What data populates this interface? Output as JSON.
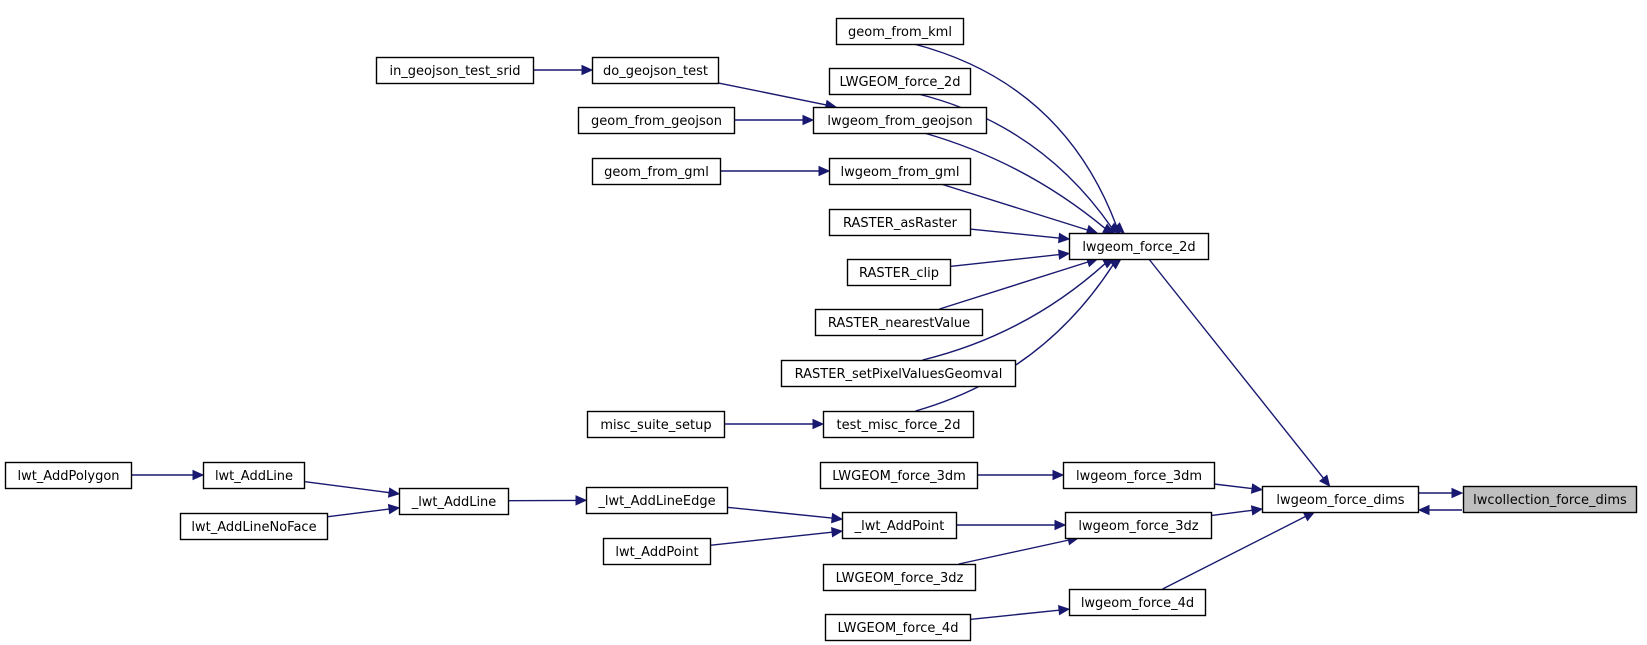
{
  "diagram": {
    "type": "call-graph",
    "colors": {
      "edge": "#191970",
      "node_border": "#000000",
      "highlight_fill": "#bfbfbf"
    },
    "nodes": [
      {
        "id": "geom_from_kml",
        "label": "geom_from_kml"
      },
      {
        "id": "LWGEOM_force_2d",
        "label": "LWGEOM_force_2d"
      },
      {
        "id": "in_geojson_test_srid",
        "label": "in_geojson_test_srid"
      },
      {
        "id": "do_geojson_test",
        "label": "do_geojson_test"
      },
      {
        "id": "geom_from_geojson",
        "label": "geom_from_geojson"
      },
      {
        "id": "lwgeom_from_geojson",
        "label": "lwgeom_from_geojson"
      },
      {
        "id": "geom_from_gml",
        "label": "geom_from_gml"
      },
      {
        "id": "lwgeom_from_gml",
        "label": "lwgeom_from_gml"
      },
      {
        "id": "RASTER_asRaster",
        "label": "RASTER_asRaster"
      },
      {
        "id": "lwgeom_force_2d",
        "label": "lwgeom_force_2d"
      },
      {
        "id": "RASTER_clip",
        "label": "RASTER_clip"
      },
      {
        "id": "RASTER_nearestValue",
        "label": "RASTER_nearestValue"
      },
      {
        "id": "RASTER_setPixelValuesGeomval",
        "label": "RASTER_setPixelValuesGeomval"
      },
      {
        "id": "misc_suite_setup",
        "label": "misc_suite_setup"
      },
      {
        "id": "test_misc_force_2d",
        "label": "test_misc_force_2d"
      },
      {
        "id": "lwt_AddPolygon",
        "label": "lwt_AddPolygon"
      },
      {
        "id": "lwt_AddLine",
        "label": "lwt_AddLine"
      },
      {
        "id": "_lwt_AddLine",
        "label": "_lwt_AddLine"
      },
      {
        "id": "lwt_AddLineNoFace",
        "label": "lwt_AddLineNoFace"
      },
      {
        "id": "_lwt_AddLineEdge",
        "label": "_lwt_AddLineEdge"
      },
      {
        "id": "LWGEOM_force_3dm",
        "label": "LWGEOM_force_3dm"
      },
      {
        "id": "lwgeom_force_3dm",
        "label": "lwgeom_force_3dm"
      },
      {
        "id": "lwgeom_force_dims",
        "label": "lwgeom_force_dims"
      },
      {
        "id": "lwcollection_force_dims",
        "label": "lwcollection_force_dims",
        "highlight": true
      },
      {
        "id": "_lwt_AddPoint",
        "label": "_lwt_AddPoint"
      },
      {
        "id": "lwgeom_force_3dz",
        "label": "lwgeom_force_3dz"
      },
      {
        "id": "lwt_AddPoint",
        "label": "lwt_AddPoint"
      },
      {
        "id": "LWGEOM_force_3dz",
        "label": "LWGEOM_force_3dz"
      },
      {
        "id": "lwgeom_force_4d",
        "label": "lwgeom_force_4d"
      },
      {
        "id": "LWGEOM_force_4d",
        "label": "LWGEOM_force_4d"
      }
    ],
    "edges": [
      {
        "from": "lwgeom_force_2d",
        "to": "geom_from_kml"
      },
      {
        "from": "lwgeom_force_2d",
        "to": "LWGEOM_force_2d"
      },
      {
        "from": "do_geojson_test",
        "to": "in_geojson_test_srid"
      },
      {
        "from": "lwgeom_from_geojson",
        "to": "do_geojson_test"
      },
      {
        "from": "lwgeom_from_geojson",
        "to": "geom_from_geojson"
      },
      {
        "from": "lwgeom_force_2d",
        "to": "lwgeom_from_geojson"
      },
      {
        "from": "lwgeom_from_gml",
        "to": "geom_from_gml"
      },
      {
        "from": "lwgeom_force_2d",
        "to": "lwgeom_from_gml"
      },
      {
        "from": "lwgeom_force_2d",
        "to": "RASTER_asRaster"
      },
      {
        "from": "lwgeom_force_2d",
        "to": "RASTER_clip"
      },
      {
        "from": "lwgeom_force_2d",
        "to": "RASTER_nearestValue"
      },
      {
        "from": "lwgeom_force_2d",
        "to": "RASTER_setPixelValuesGeomval"
      },
      {
        "from": "test_misc_force_2d",
        "to": "misc_suite_setup"
      },
      {
        "from": "lwgeom_force_2d",
        "to": "test_misc_force_2d"
      },
      {
        "from": "lwgeom_force_dims",
        "to": "lwgeom_force_2d"
      },
      {
        "from": "lwt_AddLine",
        "to": "lwt_AddPolygon"
      },
      {
        "from": "_lwt_AddLine",
        "to": "lwt_AddLine"
      },
      {
        "from": "_lwt_AddLine",
        "to": "lwt_AddLineNoFace"
      },
      {
        "from": "_lwt_AddLineEdge",
        "to": "_lwt_AddLine"
      },
      {
        "from": "_lwt_AddPoint",
        "to": "_lwt_AddLineEdge"
      },
      {
        "from": "_lwt_AddPoint",
        "to": "lwt_AddPoint"
      },
      {
        "from": "lwgeom_force_3dm",
        "to": "LWGEOM_force_3dm"
      },
      {
        "from": "lwgeom_force_dims",
        "to": "lwgeom_force_3dm"
      },
      {
        "from": "lwgeom_force_3dz",
        "to": "_lwt_AddPoint"
      },
      {
        "from": "lwgeom_force_3dz",
        "to": "LWGEOM_force_3dz"
      },
      {
        "from": "lwgeom_force_dims",
        "to": "lwgeom_force_3dz"
      },
      {
        "from": "lwgeom_force_4d",
        "to": "LWGEOM_force_4d"
      },
      {
        "from": "lwgeom_force_dims",
        "to": "lwgeom_force_4d"
      },
      {
        "from": "lwcollection_force_dims",
        "to": "lwgeom_force_dims"
      },
      {
        "from": "lwgeom_force_dims",
        "to": "lwcollection_force_dims"
      }
    ]
  }
}
